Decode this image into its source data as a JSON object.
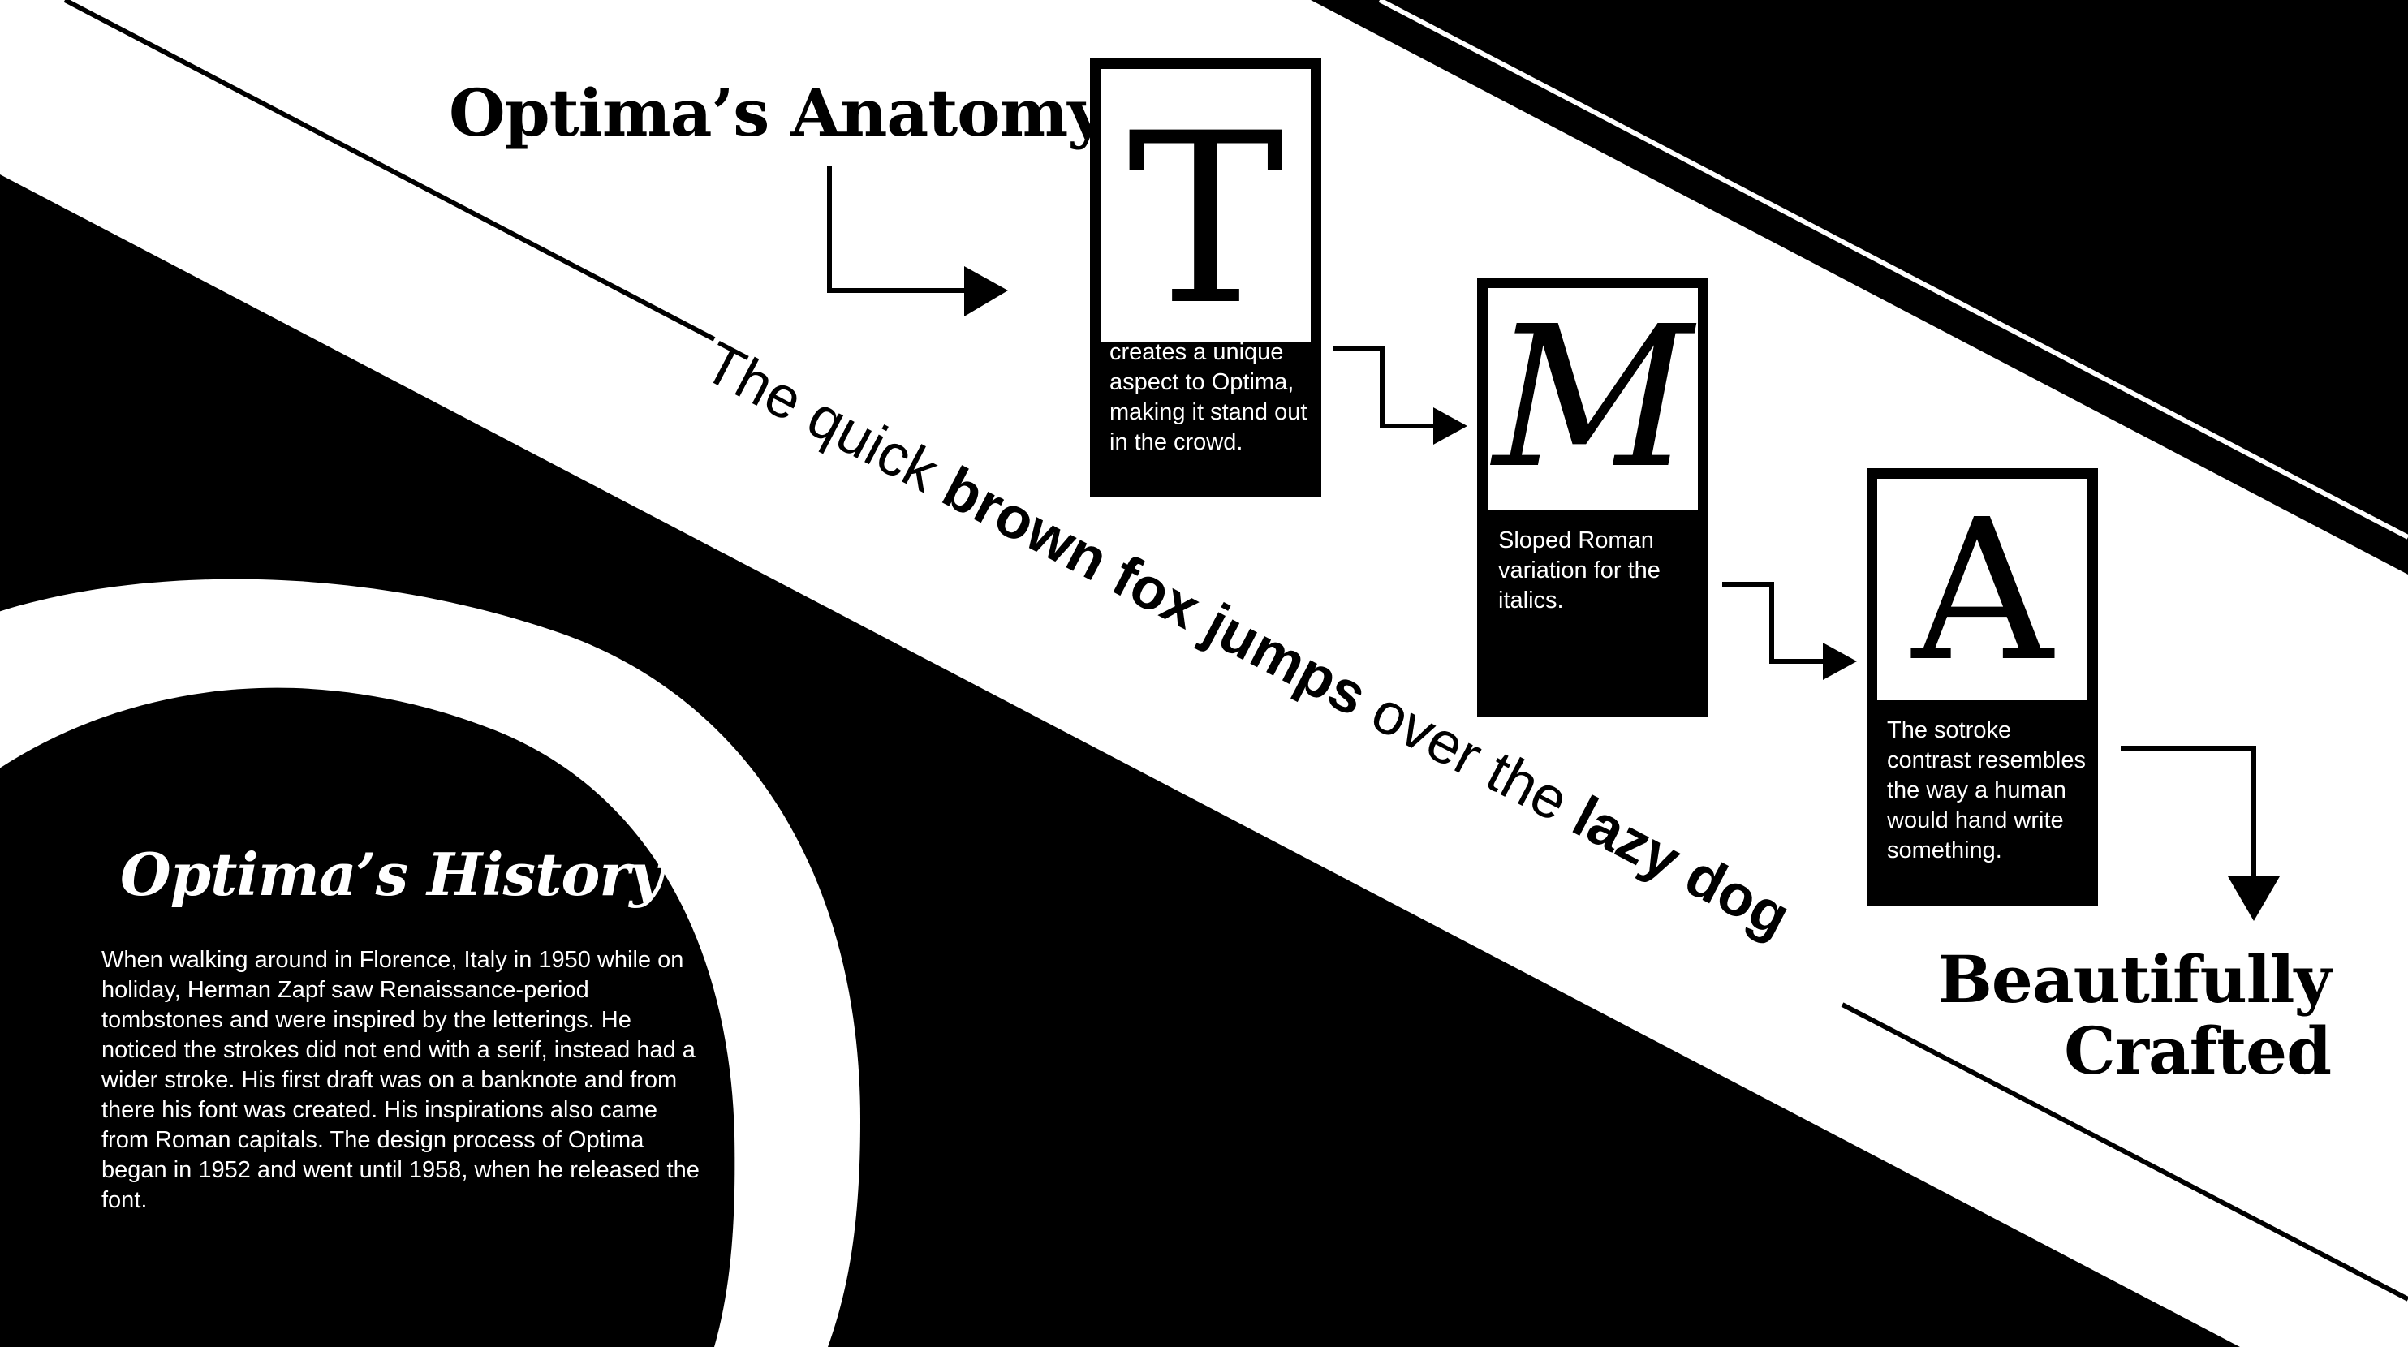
{
  "anatomy": {
    "title": "Optima’s Anatomy"
  },
  "cards": [
    {
      "letter": "T",
      "description": "Glyphic serifs creates a unique aspect to Optima, making it stand out in the crowd."
    },
    {
      "letter": "M",
      "description": "Sloped Roman variation for the italics."
    },
    {
      "letter": "A",
      "description": "The sotroke contrast resembles the way a human would hand write something."
    }
  ],
  "pangram": {
    "w1": "The quick ",
    "w2": "brown fox ",
    "w3": "jumps",
    "w4": " over the ",
    "w5": "lazy dog"
  },
  "closing": {
    "line1": "Beautifully",
    "line2": "Crafted"
  },
  "history": {
    "title": "Optima’s History",
    "body": "When walking around in Florence, Italy in 1950 while on holiday, Herman Zapf saw Renaissance-period tombstones and were inspired by the letterings. He noticed the strokes did not end with a serif, instead had a wider stroke. His first draft was on a banknote and from there his font was created. His inspirations also came from Roman capitals. The design process of Optima began in 1952 and went until 1958, when he released the font."
  },
  "colors": {
    "background": "#000000",
    "band": "#ffffff",
    "ink": "#000000"
  }
}
